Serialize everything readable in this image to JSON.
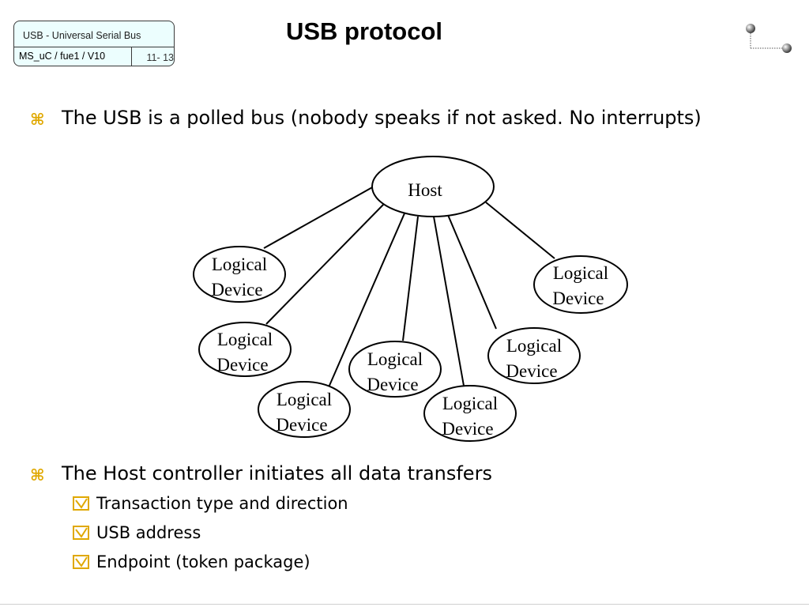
{
  "header": {
    "course": "USB - Universal Serial Bus",
    "code": "MS_uC / fue1 / V10",
    "page": "11- 13"
  },
  "title": "USB protocol",
  "bullets": [
    {
      "glyph": "⌘",
      "text": "The USB is a polled bus (nobody speaks if not asked. No interrupts)"
    },
    {
      "glyph": "⌘",
      "text": "The Host controller initiates all data transfers"
    }
  ],
  "sub_bullets": [
    "Transaction type and direction",
    "USB address",
    "Endpoint (token package)"
  ],
  "diagram": {
    "host_label": "Host",
    "device_line1": "Logical",
    "device_line2": "Device"
  },
  "colors": {
    "bullet_glyph": "#e0a800",
    "info_box_fill": "#ecfefe"
  }
}
